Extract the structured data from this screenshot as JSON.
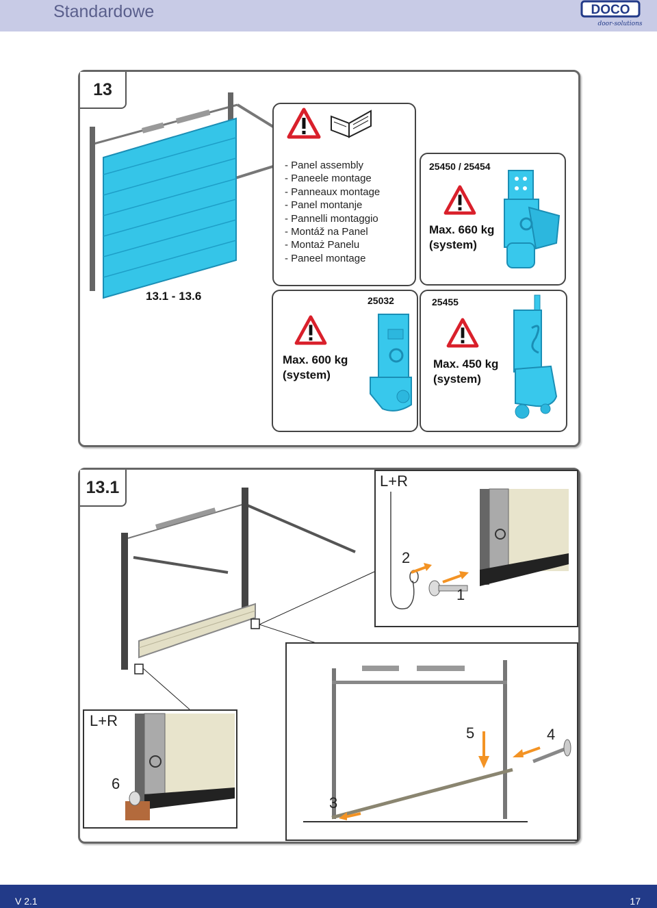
{
  "header": {
    "title": "Standardowe",
    "logo_main": "DOCO",
    "logo_sub": "door-solutions"
  },
  "section_top": {
    "number": "13",
    "range_label": "13.1 - 13.6",
    "languages": [
      "- Panel assembly",
      "- Paneele montage",
      "- Panneaux montage",
      "- Panel montanje",
      "- Pannelli montaggio",
      "- Montáž na Panel",
      "- Montaż Panelu",
      "- Paneel montage"
    ],
    "icons": [
      "warning-icon",
      "manual-book-icon"
    ],
    "brackets": [
      {
        "code": "25450 / 25454",
        "max": "Max. 660 kg",
        "system": "(system)"
      },
      {
        "code": "25032",
        "max": "Max. 600 kg",
        "system": "(system)"
      },
      {
        "code": "25455",
        "max": "Max. 450 kg",
        "system": "(system)"
      }
    ]
  },
  "section_bottom": {
    "number": "13.1",
    "detail_top_label": "L+R",
    "detail_left_label": "L+R",
    "steps": {
      "s1": "1",
      "s2": "2",
      "s3": "3",
      "s4": "4",
      "s5": "5",
      "s6": "6"
    }
  },
  "footer": {
    "version": "V 2.1",
    "page": "17"
  },
  "colors": {
    "header_bg": "#c8cbe6",
    "footer_bg": "#223a88",
    "panel_blue": "#35c5e8",
    "arrow_orange": "#f39324",
    "warning_red": "#d9202b"
  }
}
